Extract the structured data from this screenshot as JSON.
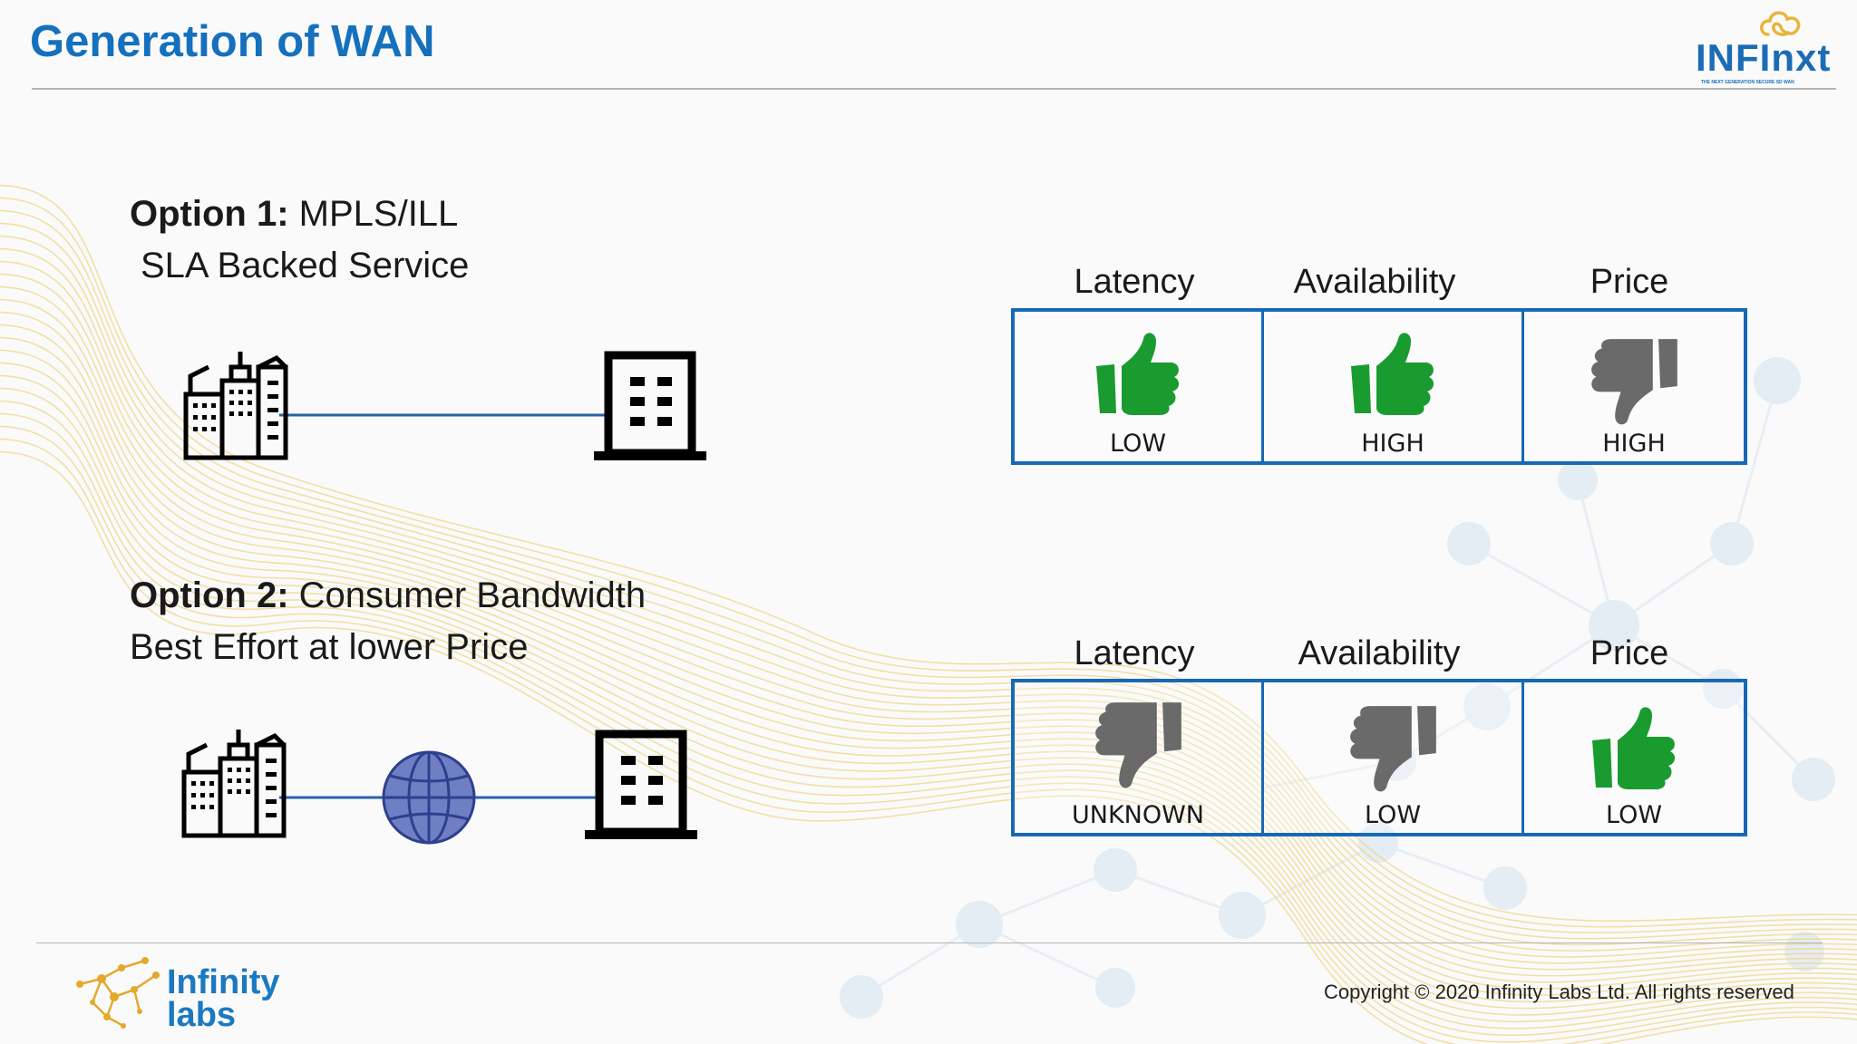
{
  "slide": {
    "title": "Generation of WAN",
    "logo": {
      "wordmark": "INFInxt",
      "tagline": "THE NEXT GENERATION SECURE SD WAN",
      "icon": "infinity-cloud-icon"
    },
    "colors": {
      "title": "#1570bd",
      "box_border": "#1769b6",
      "thumb_up": "#1a9b2f",
      "thumb_down": "#6a6a6a",
      "globe": "#6f7fc3",
      "waves": "#f0d58a"
    }
  },
  "option1": {
    "label": "Option 1:",
    "name": "MPLS/ILL",
    "subtitle": "SLA Backed Service",
    "metrics": [
      {
        "header": "Latency",
        "value": "LOW",
        "rating": "thumbs-up"
      },
      {
        "header": "Availability",
        "value": "HIGH",
        "rating": "thumbs-up"
      },
      {
        "header": "Price",
        "value": "HIGH",
        "rating": "thumbs-down"
      }
    ]
  },
  "option2": {
    "label": "Option 2:",
    "name": "Consumer Bandwidth",
    "subtitle": "Best Effort at lower Price",
    "metrics": [
      {
        "header": "Latency",
        "value": "UNKNOWN",
        "rating": "thumbs-down"
      },
      {
        "header": "Availability",
        "value": "LOW",
        "rating": "thumbs-down"
      },
      {
        "header": "Price",
        "value": "LOW",
        "rating": "thumbs-up"
      }
    ]
  },
  "footer": {
    "brand_line1": "Infinity",
    "brand_line2": "labs",
    "copyright": "Copyright © 2020 Infinity Labs Ltd. All rights reserved"
  }
}
